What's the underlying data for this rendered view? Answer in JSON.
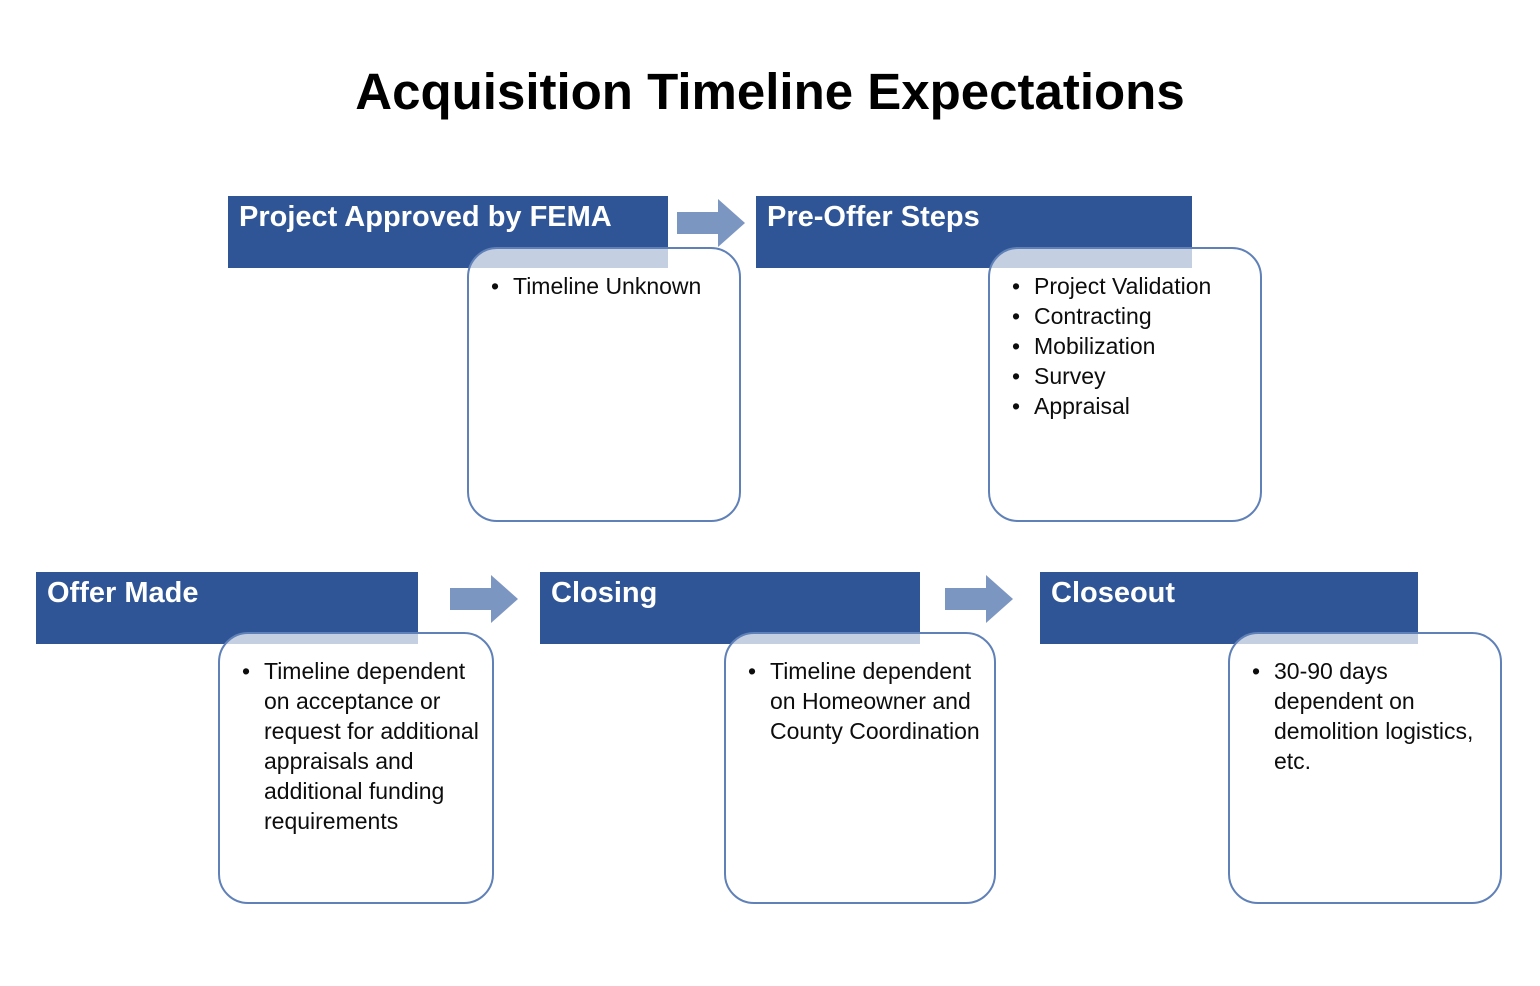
{
  "slide": {
    "title": "Acquisition Timeline Expectations"
  },
  "colors": {
    "bar_fill": "#2F5596",
    "bar_text": "#FFFFFF",
    "arrow_fill": "#7C96C2",
    "box_border": "#6081B8",
    "box_fill_over_bar": "#C4CFE2",
    "title_text": "#000000",
    "bullet_text": "#0D0D0D"
  },
  "steps": [
    {
      "label": "Project Approved by FEMA",
      "bullets": [
        "Timeline Unknown"
      ]
    },
    {
      "label": "Pre-Offer Steps",
      "bullets": [
        "Project Validation",
        "Contracting",
        "Mobilization",
        "Survey",
        "Appraisal"
      ]
    },
    {
      "label": "Offer Made",
      "bullets": [
        "Timeline dependent on acceptance or request for additional appraisals and additional funding requirements"
      ]
    },
    {
      "label": "Closing",
      "bullets": [
        "Timeline dependent on Homeowner and County Coordination"
      ]
    },
    {
      "label": "Closeout",
      "bullets": [
        "30-90 days dependent on demolition logistics, etc."
      ]
    }
  ]
}
